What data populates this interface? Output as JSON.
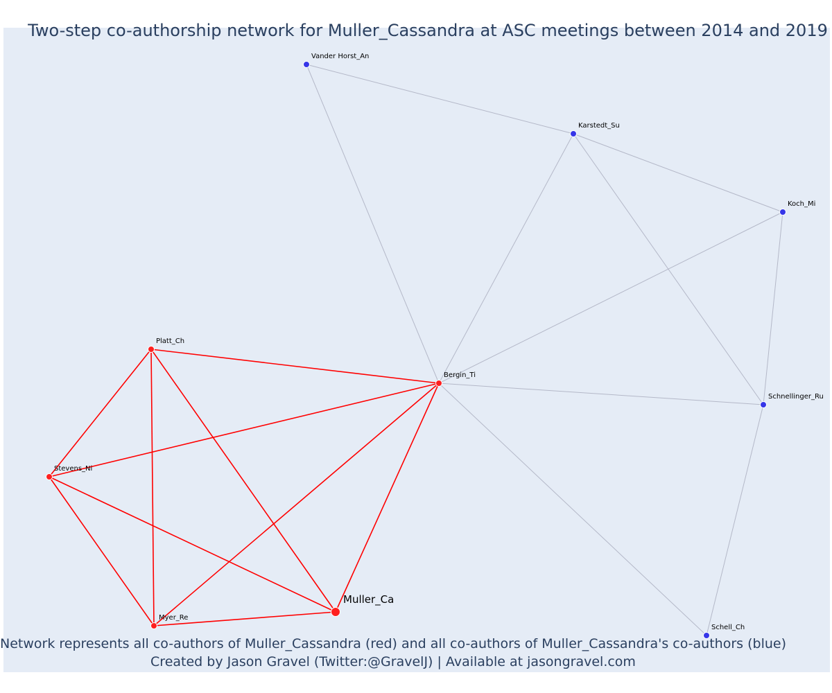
{
  "chart_data": {
    "type": "network",
    "title": "Two-step co-authorship network for Muller_Cassandra at ASC meetings between 2014 and 2019",
    "caption_lines": [
      "Network represents all co-authors of Muller_Cassandra (red) and all co-authors of Muller_Cassandra's co-authors (blue)",
      "Created by Jason Gravel (Twitter:@GravelJ) | Available at jasongravel.com"
    ],
    "colors": {
      "first_step_node": "#ff1f1f",
      "second_step_node": "#3636e8",
      "first_step_edge": "#ff0000",
      "second_step_edge": "#b4b8c8",
      "plot_background": "#e5ecf6",
      "title": "#2a3f5f"
    },
    "nodes": [
      {
        "id": "Muller_Ca",
        "label": "Muller_Ca",
        "group": "focal"
      },
      {
        "id": "Bergin_Ti",
        "label": "Bergin_Ti",
        "group": "coauthor"
      },
      {
        "id": "Platt_Ch",
        "label": "Platt_Ch",
        "group": "coauthor"
      },
      {
        "id": "Stevens_Ni",
        "label": "Stevens_Ni",
        "group": "coauthor"
      },
      {
        "id": "Myer_Re",
        "label": "Myer_Re",
        "group": "coauthor"
      },
      {
        "id": "Vander Horst_An",
        "label": "Vander Horst_An",
        "group": "second"
      },
      {
        "id": "Karstedt_Su",
        "label": "Karstedt_Su",
        "group": "second"
      },
      {
        "id": "Koch_Mi",
        "label": "Koch_Mi",
        "group": "second"
      },
      {
        "id": "Schnellinger_Ru",
        "label": "Schnellinger_Ru",
        "group": "second"
      },
      {
        "id": "Schell_Ch",
        "label": "Schell_Ch",
        "group": "second"
      }
    ],
    "edges": [
      {
        "source": "Platt_Ch",
        "target": "Bergin_Ti",
        "type": "first"
      },
      {
        "source": "Platt_Ch",
        "target": "Stevens_Ni",
        "type": "first"
      },
      {
        "source": "Platt_Ch",
        "target": "Myer_Re",
        "type": "first"
      },
      {
        "source": "Platt_Ch",
        "target": "Muller_Ca",
        "type": "first"
      },
      {
        "source": "Stevens_Ni",
        "target": "Bergin_Ti",
        "type": "first"
      },
      {
        "source": "Stevens_Ni",
        "target": "Myer_Re",
        "type": "first"
      },
      {
        "source": "Stevens_Ni",
        "target": "Muller_Ca",
        "type": "first"
      },
      {
        "source": "Myer_Re",
        "target": "Bergin_Ti",
        "type": "first"
      },
      {
        "source": "Myer_Re",
        "target": "Muller_Ca",
        "type": "first"
      },
      {
        "source": "Muller_Ca",
        "target": "Bergin_Ti",
        "type": "first"
      },
      {
        "source": "Vander Horst_An",
        "target": "Karstedt_Su",
        "type": "second"
      },
      {
        "source": "Vander Horst_An",
        "target": "Bergin_Ti",
        "type": "second"
      },
      {
        "source": "Karstedt_Su",
        "target": "Koch_Mi",
        "type": "second"
      },
      {
        "source": "Karstedt_Su",
        "target": "Bergin_Ti",
        "type": "second"
      },
      {
        "source": "Karstedt_Su",
        "target": "Schnellinger_Ru",
        "type": "second"
      },
      {
        "source": "Koch_Mi",
        "target": "Bergin_Ti",
        "type": "second"
      },
      {
        "source": "Koch_Mi",
        "target": "Schnellinger_Ru",
        "type": "second"
      },
      {
        "source": "Bergin_Ti",
        "target": "Schnellinger_Ru",
        "type": "second"
      },
      {
        "source": "Bergin_Ti",
        "target": "Schell_Ch",
        "type": "second"
      },
      {
        "source": "Schnellinger_Ru",
        "target": "Schell_Ch",
        "type": "second"
      }
    ]
  }
}
